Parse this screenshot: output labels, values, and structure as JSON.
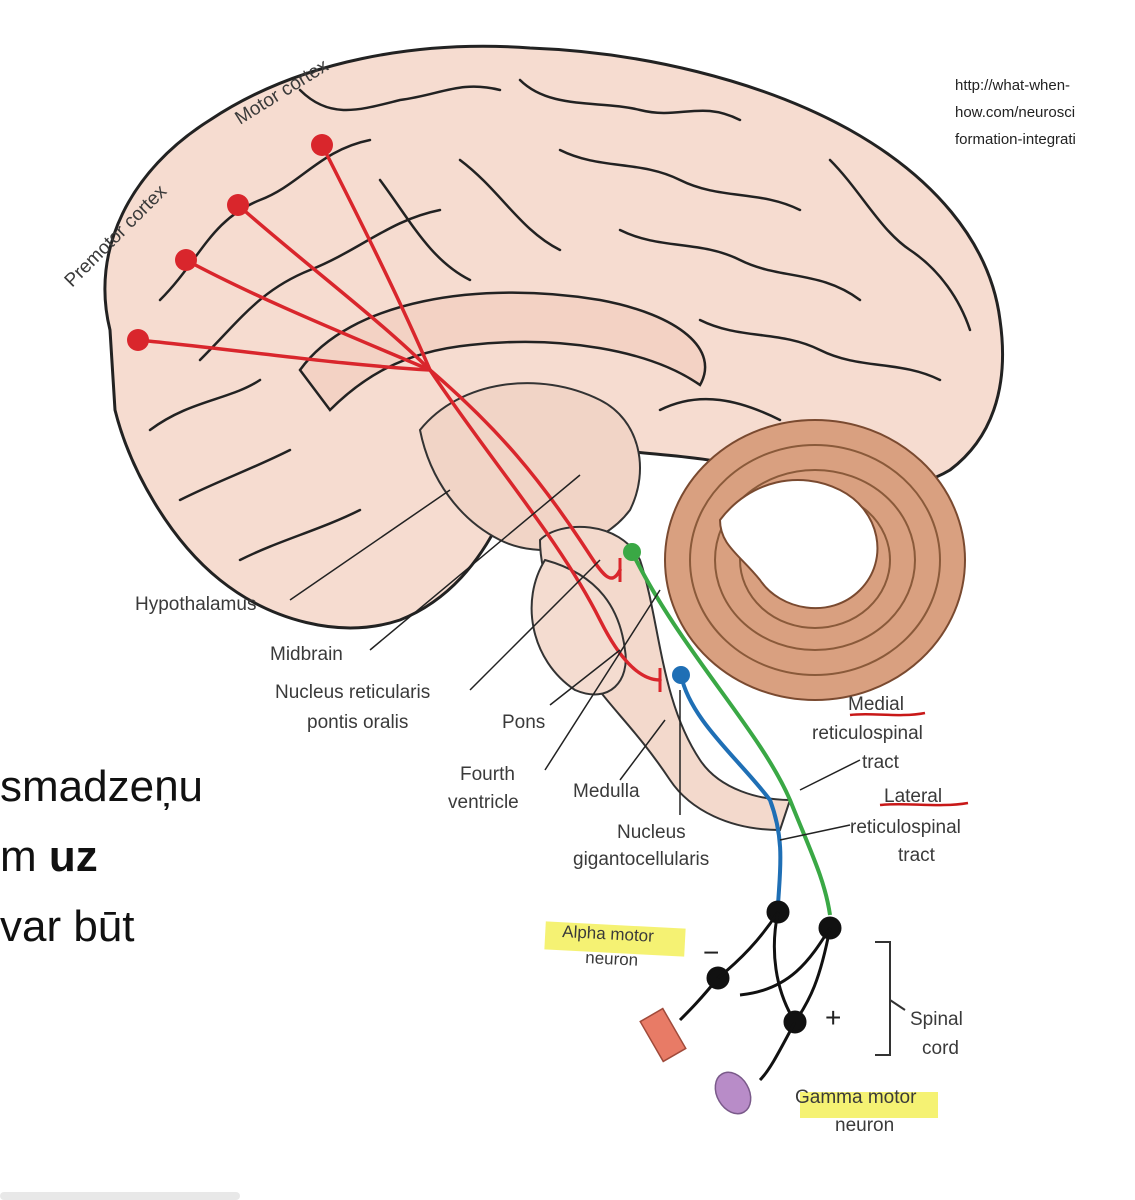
{
  "source_url": {
    "lines": [
      "http://what-when-",
      "how.com/neurosci",
      "formation-integrati"
    ]
  },
  "slide_text": {
    "line1": "smadzeņu",
    "line2_prefix": "m ",
    "line2_bold": "uz",
    "line3": "var būt"
  },
  "labels": {
    "motor_cortex": "Motor cortex",
    "premotor_cortex": "Premotor cortex",
    "hypothalamus": "Hypothalamus",
    "midbrain": "Midbrain",
    "nucleus_reticularis_1": "Nucleus reticularis",
    "nucleus_reticularis_2": "pontis oralis",
    "pons": "Pons",
    "fourth_ventricle_1": "Fourth",
    "fourth_ventricle_2": "ventricle",
    "medulla": "Medulla",
    "nucleus_giganto_1": "Nucleus",
    "nucleus_giganto_2": "gigantocellularis",
    "medial_1": "Medial",
    "medial_2": "reticulospinal",
    "medial_3": "tract",
    "lateral_1": "Lateral",
    "lateral_2": "reticulospinal",
    "lateral_3": "tract",
    "alpha_1": "Alpha motor",
    "alpha_2": "neuron",
    "gamma_1": "Gamma motor",
    "gamma_2": "neuron",
    "spinal_1": "Spinal",
    "spinal_2": "cord",
    "minus": "−",
    "plus": "+"
  },
  "colors": {
    "brain_fill": "#f6dcd0",
    "brain_outline": "#222222",
    "cerebellum_fill": "#d9a080",
    "brainstem_fill": "#f3d9cc",
    "red_tract": "#d9262c",
    "green_tract": "#3aa845",
    "blue_tract": "#1f6fb5",
    "highlight": "#f3f05a",
    "underline": "#c81818",
    "muscle_red": "#e87b66",
    "muscle_purple": "#b88cc8"
  }
}
